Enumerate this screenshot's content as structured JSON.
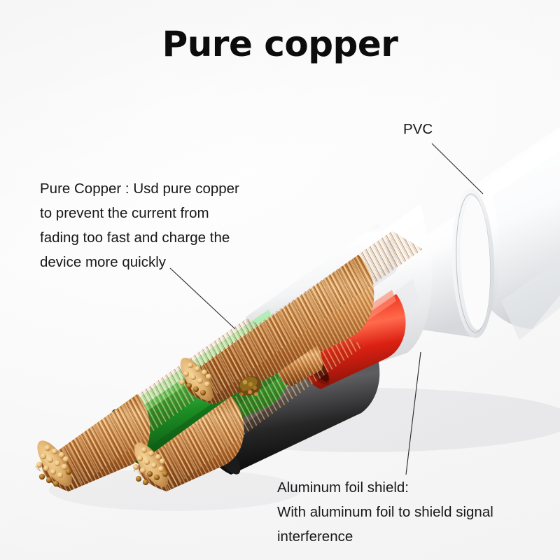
{
  "page": {
    "title": "Pure copper",
    "background_color": "#f7f7f7"
  },
  "annotations": {
    "pvc": {
      "label": "PVC",
      "leader": "from-label-to-outer-jacket"
    },
    "copper": {
      "text": "Pure Copper : Usd pure copper\nto prevent the current from\nfading too fast and charge the\ndevice more quickly",
      "leader": "from-text-to-copper-strand-bundle"
    },
    "foil": {
      "text": "Aluminum foil shield:\nWith aluminum foil to shield signal\ninterference",
      "leader": "from-text-to-shield-layer"
    }
  },
  "product": {
    "name": "cutaway-cable",
    "outer_jacket": {
      "name": "pvc-jacket",
      "color": "#fdfdfd",
      "shade": "#d8dadd"
    },
    "shield": {
      "name": "aluminum-foil-shield",
      "color": "#b9bdc2"
    },
    "conductors": [
      {
        "name": "red-wire",
        "jacket_color": "#e02718",
        "core": "stranded-copper"
      },
      {
        "name": "black-wire",
        "jacket_color": "#2b2b2b",
        "core": "stranded-copper"
      },
      {
        "name": "green-wire",
        "jacket_color": "#1f9c2a",
        "core": "stranded-copper"
      },
      {
        "name": "white-wire",
        "jacket_color": "#f2f2f2",
        "core": "stranded-copper"
      }
    ],
    "copper": {
      "name": "copper-strands",
      "strand_color": "#c97c40",
      "highlight_color": "#f3c98a",
      "end_face_color": "#e8c178"
    }
  }
}
